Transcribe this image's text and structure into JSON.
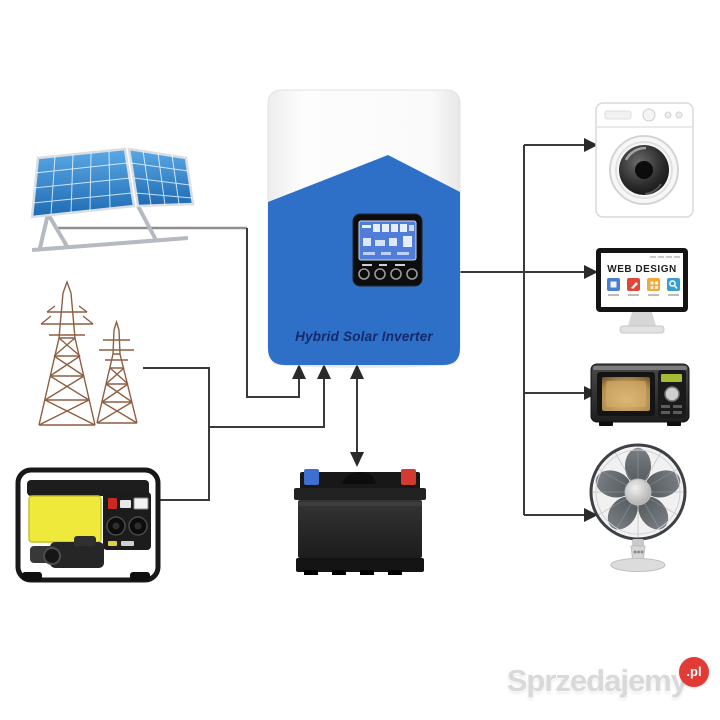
{
  "watermark": {
    "brand": "Sprzedajemy",
    "suffix": ".pl"
  },
  "inverter": {
    "label": "Hybrid Solar Inverter"
  },
  "monitor": {
    "screen_title": "WEB DESIGN",
    "tiles": [
      {
        "icon": "layout-icon",
        "color": "#4a7fd0"
      },
      {
        "icon": "pen-icon",
        "color": "#e0473a"
      },
      {
        "icon": "grid-icon",
        "color": "#f0a83a"
      },
      {
        "icon": "search-icon",
        "color": "#389fd0"
      }
    ]
  },
  "colors": {
    "inverter_body": "#2e70c8",
    "inverter_label_text": "#16296b",
    "lcd_screen": "#4f7dd8",
    "solar_panel": "#2f84cf",
    "tower": "#8d5f43",
    "generator_panel_yellow": "#efe93c",
    "battery_terminal_blue": "#3f6fd0",
    "battery_terminal_red": "#d23a32",
    "connector_line": "#3a3a3a",
    "watermark_text": "#d9d9d9",
    "watermark_badge": "#e23b36"
  },
  "components": {
    "sources": [
      "solar-panel-array",
      "power-grid-towers",
      "portable-generator"
    ],
    "center": "hybrid-solar-inverter",
    "storage": "battery",
    "loads": [
      "washing-machine",
      "computer-monitor",
      "microwave-oven",
      "desk-fan"
    ]
  }
}
